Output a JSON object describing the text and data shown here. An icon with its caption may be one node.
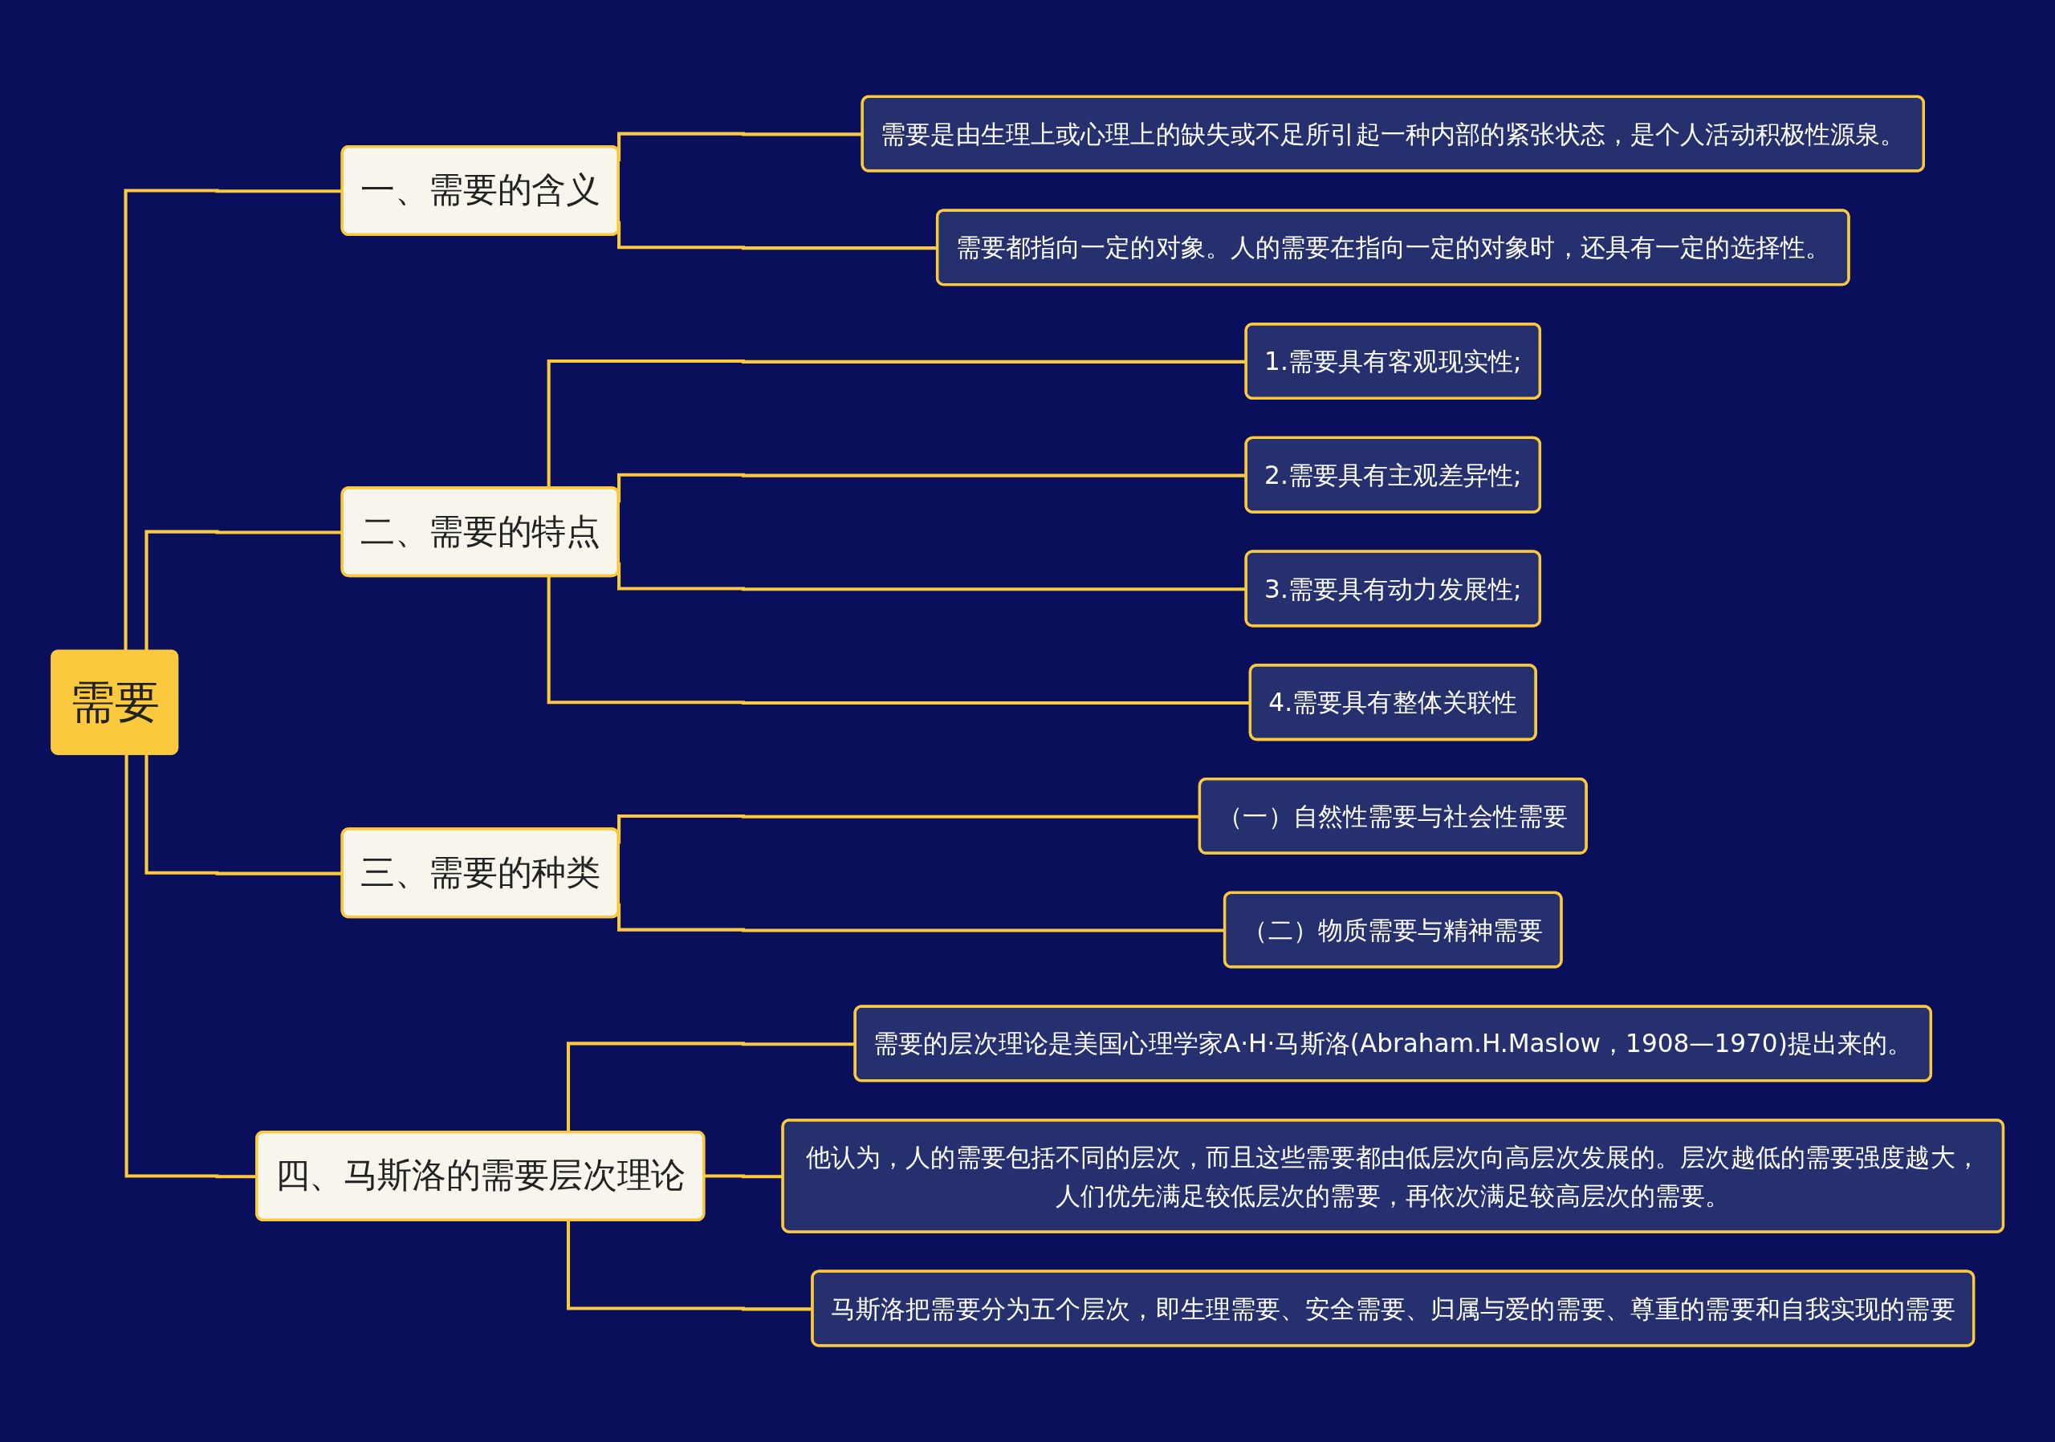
{
  "diagram": {
    "nodes": [
      {
        "text": [
          "需要"
        ]
      },
      {
        "text": [
          "一、需要的含义"
        ]
      },
      {
        "text": [
          "需要是由生理上或心理上的缺失或不足所引起一种内部的紧张状态，是个人活动积极性源泉。"
        ]
      },
      {
        "text": [
          "需要都指向一定的对象。人的需要在指向一定的对象时，还具有一定的选择性。"
        ]
      },
      {
        "text": [
          "二、需要的特点"
        ]
      },
      {
        "text": [
          "1.需要具有客观现实性;"
        ]
      },
      {
        "text": [
          "2.需要具有主观差异性;"
        ]
      },
      {
        "text": [
          "3.需要具有动力发展性;"
        ]
      },
      {
        "text": [
          "4.需要具有整体关联性"
        ]
      },
      {
        "text": [
          "三、需要的种类"
        ]
      },
      {
        "text": [
          "（一）自然性需要与社会性需要"
        ]
      },
      {
        "text": [
          "（二）物质需要与精神需要"
        ]
      },
      {
        "text": [
          "四、马斯洛的需要层次理论"
        ]
      },
      {
        "text": [
          "需要的层次理论是美国心理学家A·H·马斯洛(Abraham.H.Maslow，1908—1970)提出来的。"
        ]
      },
      {
        "text": [
          "他认为，人的需要包括不同的层次，而且这些需要都由低层次向高层次发展的。层次越低的需要强度越大，人们优先满足较低层次的需要，再依次满足较高层次的需要。"
        ]
      },
      {
        "text": [
          "马斯洛把需要分为五个层次，即生理需要、安全需要、归属与爱的需要、尊重的需要和自我实现的需要"
        ]
      }
    ],
    "edges": [
      {
        "from": 0,
        "to": 1,
        "arrow": "none"
      },
      {
        "from": 1,
        "to": 2,
        "arrow": "none"
      },
      {
        "from": 1,
        "to": 3,
        "arrow": "none"
      },
      {
        "from": 0,
        "to": 4,
        "arrow": "none"
      },
      {
        "from": 4,
        "to": 5,
        "arrow": "none"
      },
      {
        "from": 4,
        "to": 6,
        "arrow": "none"
      },
      {
        "from": 4,
        "to": 7,
        "arrow": "none"
      },
      {
        "from": 4,
        "to": 8,
        "arrow": "none"
      },
      {
        "from": 0,
        "to": 9,
        "arrow": "none"
      },
      {
        "from": 9,
        "to": 10,
        "arrow": "none"
      },
      {
        "from": 9,
        "to": 11,
        "arrow": "none"
      },
      {
        "from": 0,
        "to": 12,
        "arrow": "none"
      },
      {
        "from": 12,
        "to": 13,
        "arrow": "none"
      },
      {
        "from": 12,
        "to": 14,
        "arrow": "none"
      },
      {
        "from": 12,
        "to": 15,
        "arrow": "none"
      }
    ]
  }
}
